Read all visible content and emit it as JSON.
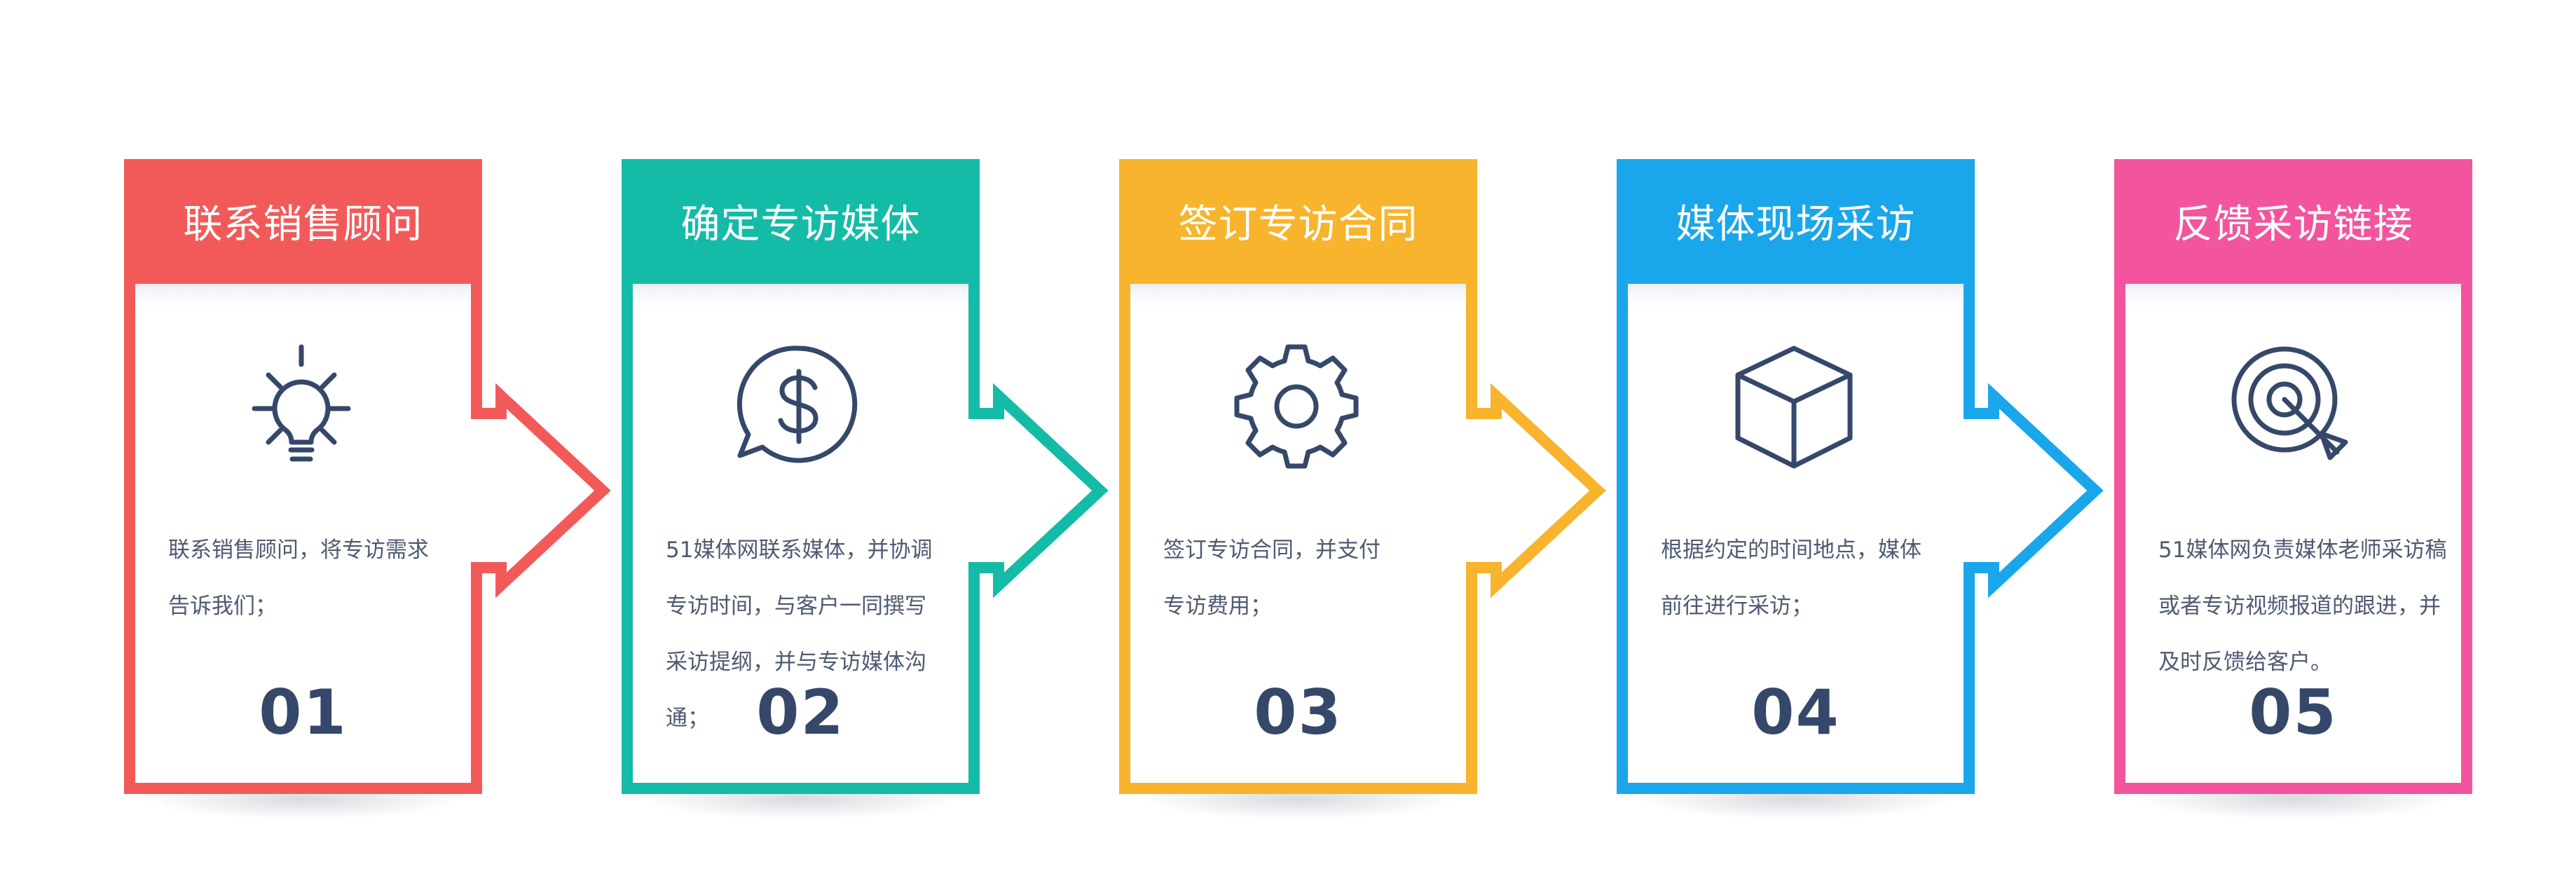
{
  "colors": {
    "text_dark": "#35486a",
    "text_body": "#4e5a72"
  },
  "steps": [
    {
      "title": "联系销售顾问",
      "icon": "lightbulb-icon",
      "color": "#f25a5a",
      "description": "联系销售顾问，将专访需求\n告诉我们；",
      "number": "01"
    },
    {
      "title": "确定专访媒体",
      "icon": "dollar-bubble-icon",
      "color": "#14bba7",
      "description": "51媒体网联系媒体，并协调\n专访时间，与客户一同撰写\n采访提纲，并与专访媒体沟通；",
      "number": "02"
    },
    {
      "title": "签订专访合同",
      "icon": "gear-icon",
      "color": "#f7b42c",
      "description": "签订专访合同，并支付\n专访费用；",
      "number": "03"
    },
    {
      "title": "媒体现场采访",
      "icon": "cube-icon",
      "color": "#1aa6ea",
      "description": "根据约定的时间地点，媒体\n前往进行采访；",
      "number": "04"
    },
    {
      "title": "反馈采访链接",
      "icon": "target-icon",
      "color": "#f2559d",
      "description": "51媒体网负责媒体老师采访稿\n或者专访视频报道的跟进，并\n及时反馈给客户。",
      "number": "05"
    }
  ]
}
